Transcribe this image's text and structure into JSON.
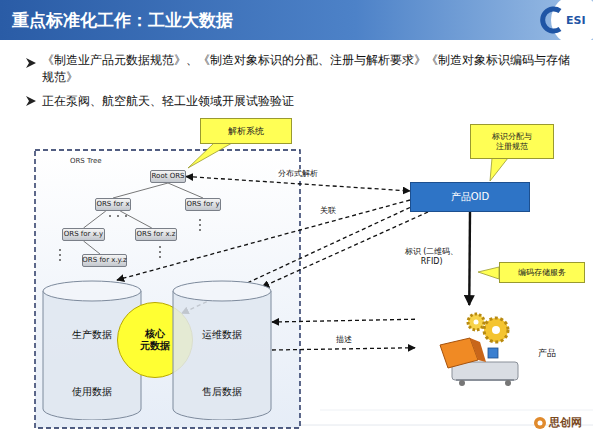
{
  "diagram": {
    "title": "重点标准化工作：工业大数据",
    "nodes": [
      {
        "text": [
          "解析系统"
        ]
      },
      {
        "text": [
          "Root ORS"
        ]
      },
      {
        "text": [
          "ORS for x"
        ]
      },
      {
        "text": [
          "ORS for y"
        ]
      },
      {
        "text": [
          "ORS for x.y"
        ]
      },
      {
        "text": [
          "ORS for x.z"
        ]
      },
      {
        "text": [
          "ORS for x.y.z"
        ]
      },
      {
        "text": [
          "生产数据",
          "使用数据"
        ]
      },
      {
        "text": [
          "核心 元数据"
        ]
      },
      {
        "text": [
          "运维数据",
          "售后数据"
        ]
      },
      {
        "text": [
          "标识分配与 注册规范"
        ]
      },
      {
        "text": [
          "产品OID"
        ]
      },
      {
        "text": [
          "编码存储服务"
        ]
      },
      {
        "text": [
          "产品"
        ]
      }
    ],
    "edges": [
      {
        "from": 1,
        "to": 2,
        "arrow": "none"
      },
      {
        "from": 1,
        "to": 3,
        "arrow": "none"
      },
      {
        "from": 2,
        "to": 4,
        "arrow": "none"
      },
      {
        "from": 2,
        "to": 5,
        "arrow": "none"
      },
      {
        "from": 4,
        "to": 6,
        "arrow": "none"
      },
      {
        "from": 1,
        "to": 11,
        "label": "分布式解析",
        "arrow": "both"
      },
      {
        "from": 11,
        "to": 7,
        "label": "关联",
        "arrow": "to"
      },
      {
        "from": 11,
        "to": 8,
        "arrow": "to"
      },
      {
        "from": 11,
        "to": 9,
        "arrow": "to"
      },
      {
        "from": 11,
        "to": 13,
        "label": "标识 (二维码、RFID)",
        "arrow": "to"
      },
      {
        "from": 9,
        "to": 13,
        "label": "描述",
        "arrow": "to"
      },
      {
        "from": 13,
        "to": 9,
        "arrow": "to"
      }
    ],
    "labels": [
      "《制造业产品元数据规范》、《制造对象标识的分配、注册与解析要求》《制造对象标识编码与存储规范》",
      "正在泵阀、航空航天、轻工业领域开展试验验证",
      "ORS Tree",
      "ESI",
      "思创网"
    ]
  }
}
